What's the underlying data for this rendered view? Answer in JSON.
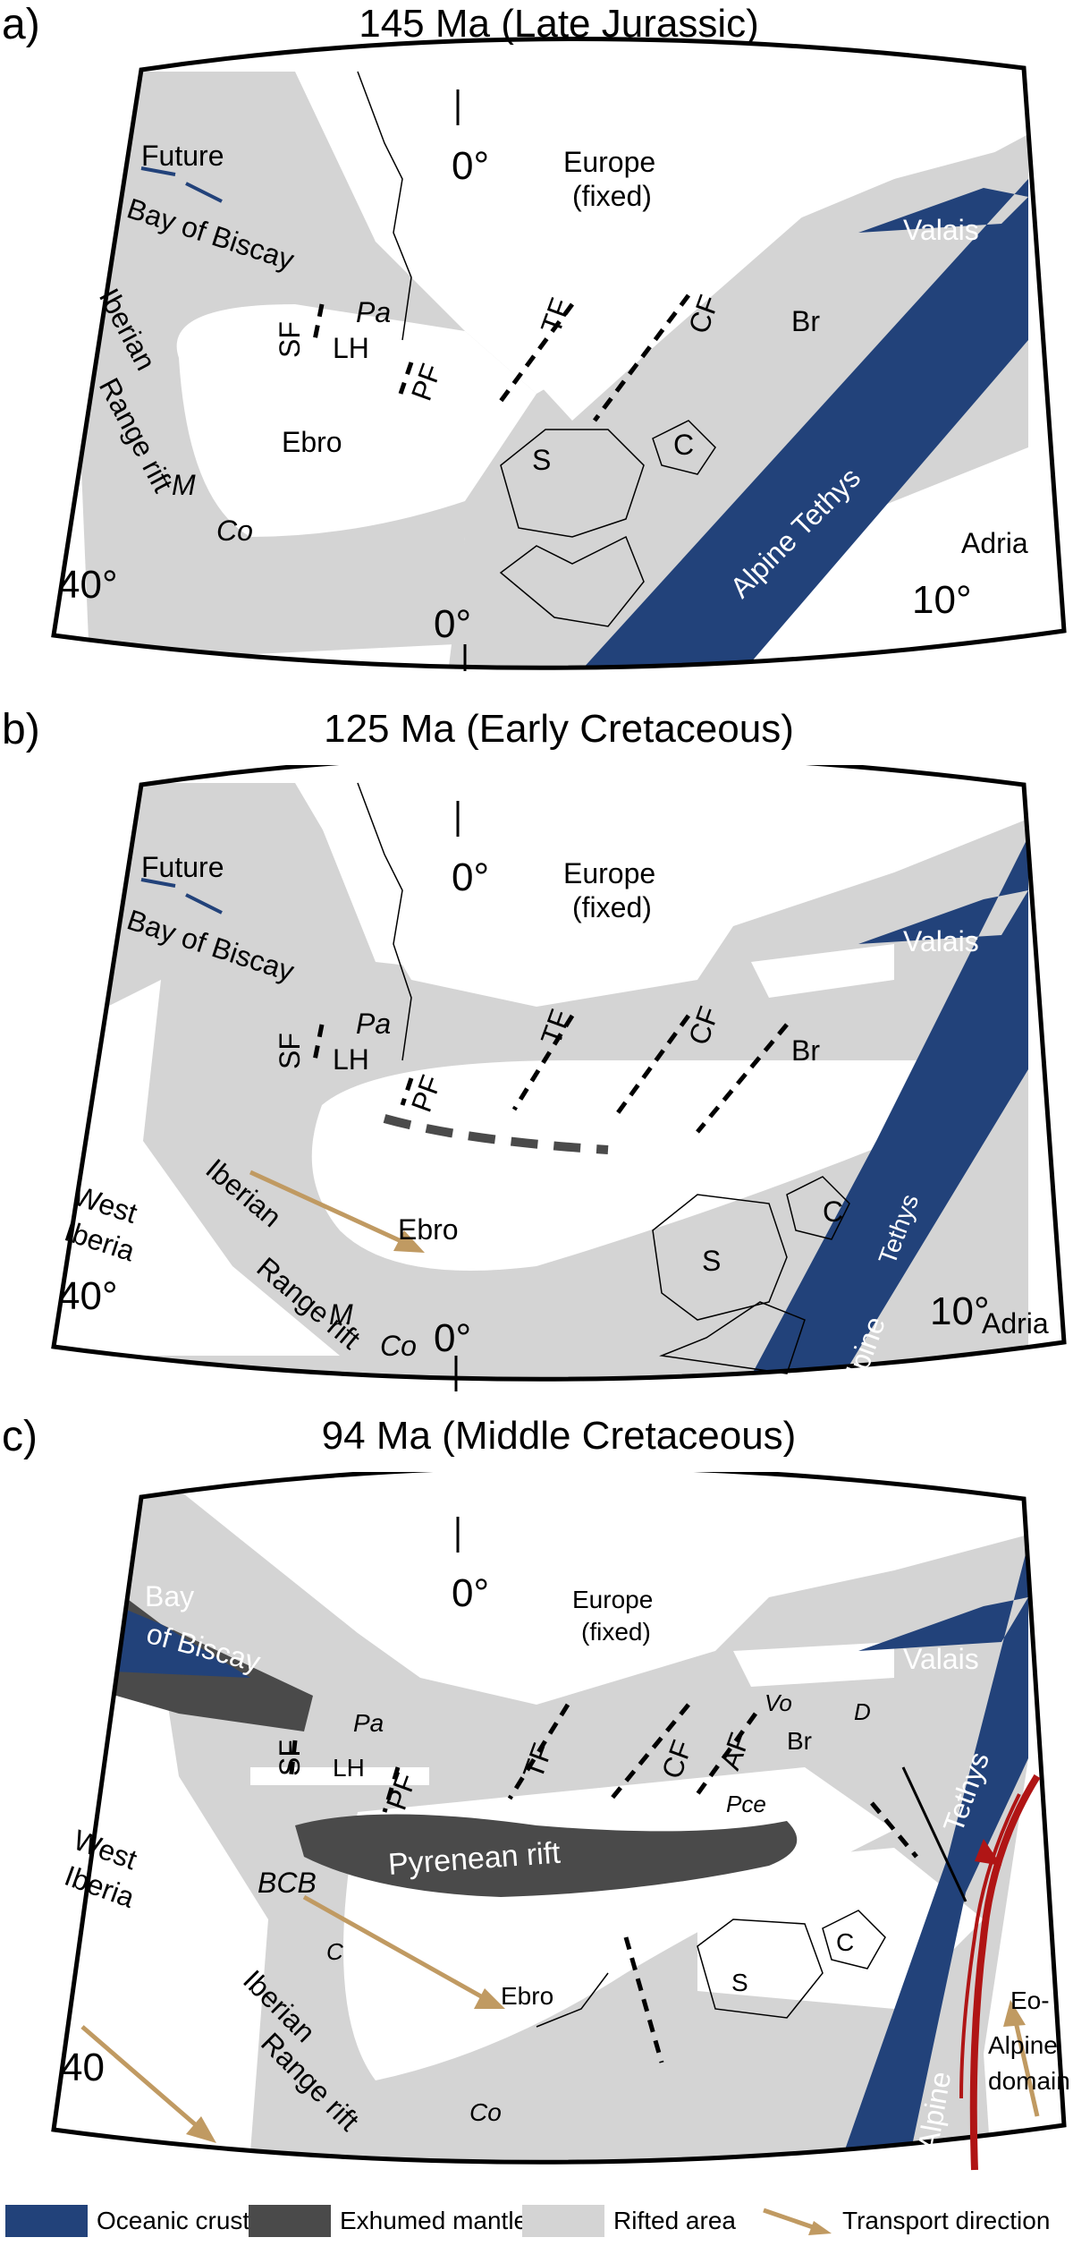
{
  "panels": [
    {
      "label": "a)",
      "title": "145 Ma (Late Jurassic)",
      "labels": {
        "europe": "Europe",
        "fixed": "(fixed)",
        "zero_top": "0°",
        "zero_bottom": "0°",
        "future1": "Future",
        "future2": "Bay of Biscay",
        "iberian": "Iberian",
        "range_rift": "Range rift",
        "sf": "SF",
        "pa": "Pa",
        "lh": "LH",
        "pf": "PF",
        "tf": "TF",
        "cf": "CF",
        "br": "Br",
        "ebro": "Ebro",
        "s": "S",
        "c": "C",
        "m": "M",
        "co": "Co",
        "valais": "Valais",
        "alpine_tethys": "Alpine Tethys",
        "adria": "Adria",
        "lat40": "40°",
        "lon10": "10°"
      }
    },
    {
      "label": "b)",
      "title": "125 Ma (Early Cretaceous)",
      "labels": {
        "europe": "Europe",
        "fixed": "(fixed)",
        "zero_top": "0°",
        "zero_bottom": "0°",
        "future1": "Future",
        "future2": "Bay of Biscay",
        "west": "West",
        "iberia": "Iberia",
        "iberian": "Iberian",
        "range_rift": "Range rift",
        "sf": "SF",
        "pa": "Pa",
        "lh": "LH",
        "pf": "PF",
        "tf": "TF",
        "cf": "CF",
        "br": "Br",
        "ebro": "Ebro",
        "s": "S",
        "c": "C",
        "m": "M",
        "co": "Co",
        "valais": "Valais",
        "tethys": "Tethys",
        "alpine": "Alpine",
        "adria": "Adria",
        "lat40": "40°",
        "lon10": "10°"
      }
    },
    {
      "label": "c)",
      "title": "94 Ma (Middle Cretaceous)",
      "labels": {
        "europe": "Europe",
        "fixed": "(fixed)",
        "zero_top": "0°",
        "bay1": "Bay",
        "bay2": "of Biscay",
        "west": "West",
        "iberia": "Iberia",
        "iberian": "Iberian",
        "range_rift": "Range rift",
        "sf": "SF",
        "pa": "Pa",
        "lh": "LH",
        "pf": "PF",
        "tf": "TF",
        "cf": "CF",
        "af": "AF",
        "br": "Br",
        "vo": "Vo",
        "d": "D",
        "pce": "Pce",
        "bcb": "BCB",
        "c_west": "C",
        "pyrenean_rift": "Pyrenean rift",
        "ebro": "Ebro",
        "s": "S",
        "c": "C",
        "co": "Co",
        "valais": "Valais",
        "tethys": "Tethys",
        "alpine": "Alpine",
        "eo": "Eo-",
        "alpine2": "Alpine",
        "domain": "domain",
        "lat40": "40"
      }
    }
  ],
  "legend": [
    {
      "label": "Oceanic crust",
      "color": "#22427a"
    },
    {
      "label": "Exhumed mantle",
      "color": "#4a4a4a"
    },
    {
      "label": "Rifted area",
      "color": "#d4d4d4"
    },
    {
      "label": "Transport direction",
      "color": "#c09a62"
    }
  ],
  "colors": {
    "oceanic": "#22427a",
    "mantle": "#4a4a4a",
    "rifted": "#d4d4d4",
    "arrow": "#c09a62",
    "thrust": "#b01515"
  }
}
